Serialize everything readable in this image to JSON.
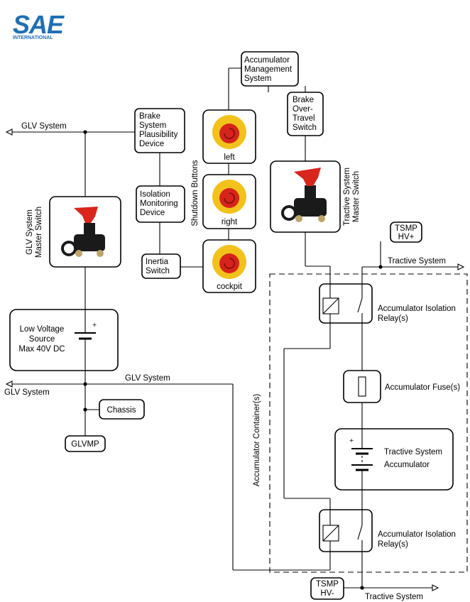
{
  "logo": {
    "wordmark": "SAE",
    "subtitle": "INTERNATIONAL",
    "color": "#1f6fb5"
  },
  "glv_side": {
    "glv_system_top": "GLV System",
    "master_switch_label": [
      "GLV System",
      "Master Switch"
    ],
    "source_lines": [
      "Low Voltage",
      "Source",
      "Max 40V DC"
    ],
    "plus": "+",
    "glv_system_mid": "GLV System",
    "glv_system_left": "GLV System",
    "chassis": "Chassis",
    "glvmp": "GLVMP"
  },
  "shutdown_chain": {
    "ams_lines": [
      "Accumulator",
      "Management",
      "System"
    ],
    "bspd_lines": [
      "Brake",
      "System",
      "Plausibility",
      "Device"
    ],
    "imd_lines": [
      "Isolation",
      "Monitoring",
      "Device"
    ],
    "inertia_lines": [
      "Inertia",
      "Switch"
    ],
    "bots_lines": [
      "Brake",
      "Over-",
      "Travel",
      "Switch"
    ],
    "shutdown_buttons_label": "Shutdown Buttons",
    "buttons": [
      "left",
      "right",
      "cockpit"
    ]
  },
  "tractive_side": {
    "master_switch_label": [
      "Tractive System",
      "Master Switch"
    ],
    "tsmp_top_lines": [
      "TSMP",
      "HV+"
    ],
    "tractive_system_top": "Tractive System",
    "relay_top_lines": [
      "Accumulator Isolation",
      "Relay(s)"
    ],
    "fuse": "Accumulator Fuse(s)",
    "accumulator_lines": [
      "Tractive System",
      "Accumulator"
    ],
    "plus": "+",
    "relay_bottom_lines": [
      "Accumulator Isolation",
      "Relay(s)"
    ],
    "container_label": "Accumulator Container(s)",
    "tsmp_bottom_lines": [
      "TSMP",
      "HV-"
    ],
    "tractive_system_bottom": "Tractive System"
  },
  "colors": {
    "switch_red": "#d9261c",
    "button_yellow": "#f2c21b",
    "button_red": "#d6231c",
    "switch_black": "#1a1a1a"
  }
}
